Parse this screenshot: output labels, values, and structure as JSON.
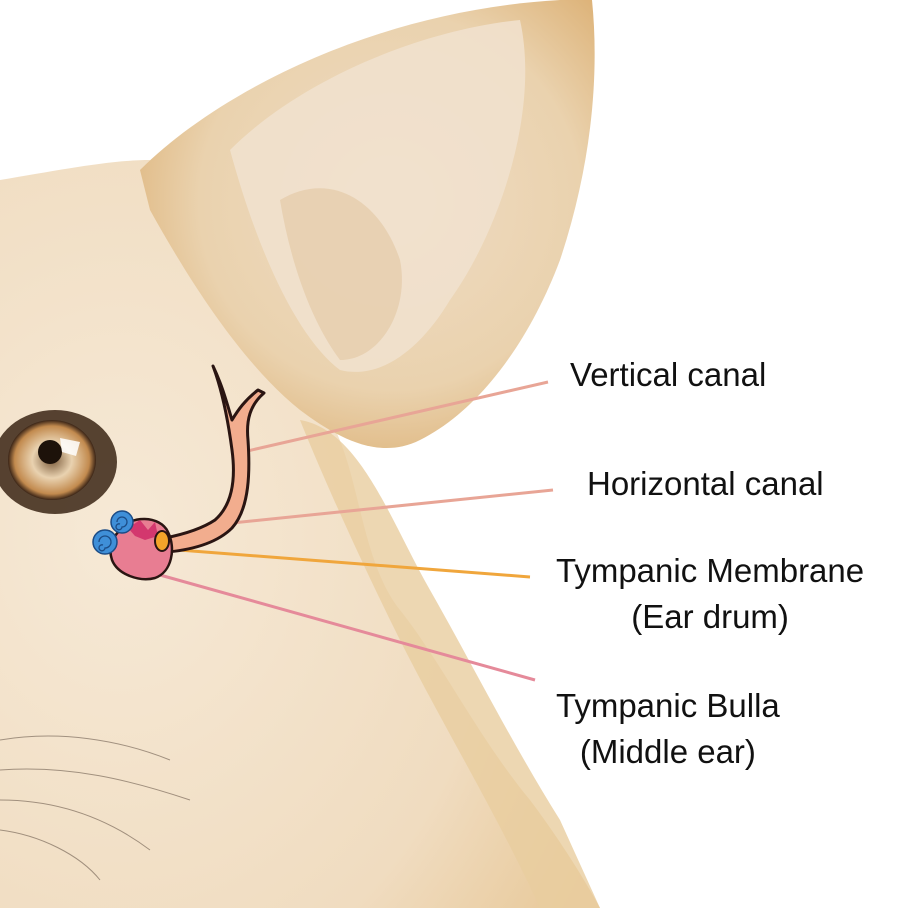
{
  "diagram": {
    "subject": "Dog ear anatomy",
    "colors": {
      "fur_light": "#f3e3cc",
      "fur_mid": "#ecd2ac",
      "fur_tan": "#dcae6e",
      "canal_fill": "#f2ad8e",
      "canal_outline": "#2a1512",
      "leader_vertical": "#e8a596",
      "leader_horizontal": "#e8a596",
      "leader_membrane": "#f0a63c",
      "leader_bulla": "#e58a9a",
      "membrane_fill": "#f3a42a",
      "bulla_fill": "#e87d92",
      "cochlea_fill": "#3f8fd8",
      "ossicle_fill": "#d0306a"
    },
    "labels": [
      {
        "id": "vertical-canal",
        "lines": [
          "Vertical canal"
        ]
      },
      {
        "id": "horizontal-canal",
        "lines": [
          "Horizontal canal"
        ]
      },
      {
        "id": "tympanic-membrane",
        "lines": [
          "Tympanic Membrane",
          "(Ear drum)"
        ]
      },
      {
        "id": "tympanic-bulla",
        "lines": [
          "Tympanic Bulla",
          "(Middle ear)"
        ]
      }
    ]
  }
}
